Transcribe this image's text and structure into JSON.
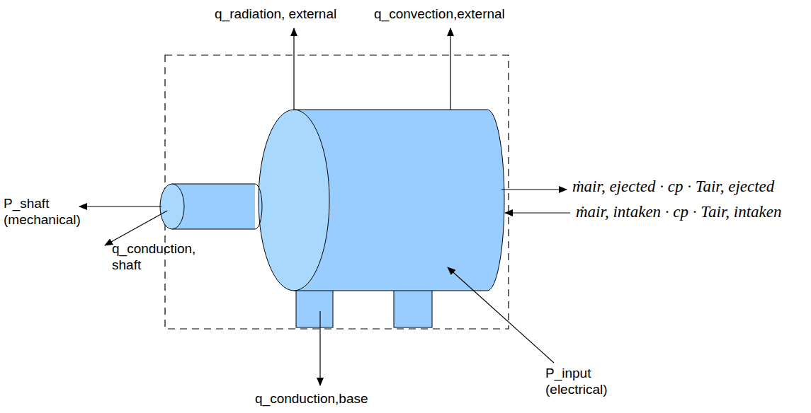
{
  "diagram": {
    "labels": [
      "q_radiation, external",
      "q_convection,external",
      "P_shaft (mechanical)",
      "q_conduction, shaft",
      "q_conduction,base",
      "P_input (electrical)",
      "ṁair, ejected · cp · Tair, ejected",
      "ṁair, intaken · cp · Tair, intaken"
    ]
  }
}
